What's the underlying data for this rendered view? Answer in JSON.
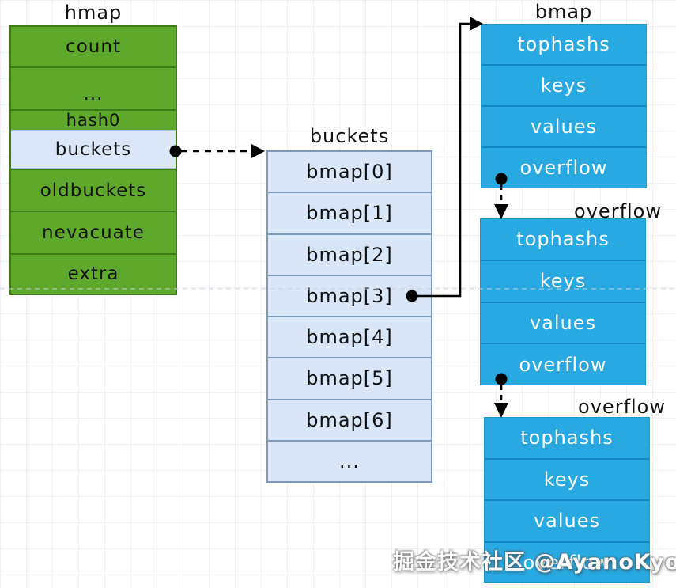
{
  "diagram": {
    "subject": "Go map internal structure",
    "colors": {
      "green_fill": "#5ea92c",
      "green_border": "#3c7b13",
      "light_blue_fill": "#d9e6f8",
      "light_blue_border": "#7e9ab8",
      "blue_fill": "#29a9e1",
      "blue_divider": "#1587c2",
      "text_dark": "#111111",
      "text_light": "#ffffff"
    },
    "hmap": {
      "title": "hmap",
      "rows": [
        "count",
        "...",
        "hash0",
        "buckets",
        "oldbuckets",
        "nevacuate",
        "extra"
      ]
    },
    "buckets": {
      "title": "buckets",
      "rows": [
        "bmap[0]",
        "bmap[1]",
        "bmap[2]",
        "bmap[3]",
        "bmap[4]",
        "bmap[5]",
        "bmap[6]",
        "..."
      ]
    },
    "bmap": {
      "title": "bmap",
      "rows": [
        "tophashs",
        "keys",
        "values",
        "overflow"
      ]
    },
    "overflow1": {
      "title": "overflow",
      "rows": [
        "tophashs",
        "keys",
        "values",
        "overflow"
      ]
    },
    "overflow2": {
      "title": "overflow",
      "rows": [
        "tophashs",
        "keys",
        "values",
        "overflow"
      ]
    },
    "arrows": [
      {
        "name": "hmap-buckets-to-buckets-array",
        "style": "dashed"
      },
      {
        "name": "bmap3-to-bmap",
        "style": "solid"
      },
      {
        "name": "bmap-overflow-to-overflow1",
        "style": "dashed"
      },
      {
        "name": "overflow1-overflow-to-overflow2",
        "style": "dashed"
      }
    ],
    "watermark": "掘金技术社区 @AyanoKyouji"
  }
}
